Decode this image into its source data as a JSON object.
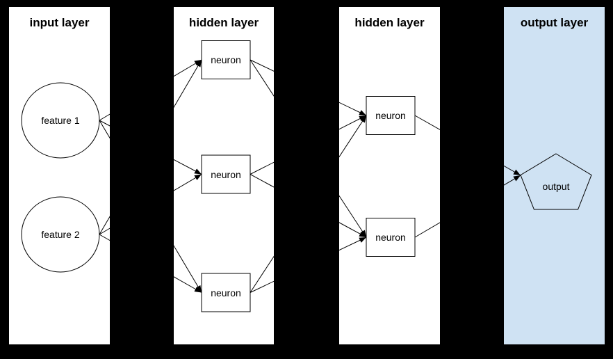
{
  "canvas": {
    "background": "#000000",
    "stroke_color": "#000000",
    "node_fill": "#ffffff"
  },
  "layers": [
    {
      "title": "input layer",
      "fill": "#ffffff",
      "nodes": [
        {
          "id": "feature-1",
          "label": "feature 1",
          "shape": "circle"
        },
        {
          "id": "feature-2",
          "label": "feature 2",
          "shape": "circle"
        }
      ]
    },
    {
      "title": "hidden layer",
      "fill": "#ffffff",
      "nodes": [
        {
          "id": "h1-neuron-1",
          "label": "neuron",
          "shape": "rect"
        },
        {
          "id": "h1-neuron-2",
          "label": "neuron",
          "shape": "rect"
        },
        {
          "id": "h1-neuron-3",
          "label": "neuron",
          "shape": "rect"
        }
      ]
    },
    {
      "title": "hidden layer",
      "fill": "#ffffff",
      "nodes": [
        {
          "id": "h2-neuron-1",
          "label": "neuron",
          "shape": "rect"
        },
        {
          "id": "h2-neuron-2",
          "label": "neuron",
          "shape": "rect"
        }
      ]
    },
    {
      "title": "output layer",
      "fill": "#cfe2f3",
      "nodes": [
        {
          "id": "output",
          "label": "output",
          "shape": "pentagon"
        }
      ]
    }
  ],
  "edges": [
    {
      "from": "feature-1",
      "to": "h1-neuron-1"
    },
    {
      "from": "feature-1",
      "to": "h1-neuron-2"
    },
    {
      "from": "feature-1",
      "to": "h1-neuron-3"
    },
    {
      "from": "feature-2",
      "to": "h1-neuron-1"
    },
    {
      "from": "feature-2",
      "to": "h1-neuron-2"
    },
    {
      "from": "feature-2",
      "to": "h1-neuron-3"
    },
    {
      "from": "h1-neuron-1",
      "to": "h2-neuron-1"
    },
    {
      "from": "h1-neuron-1",
      "to": "h2-neuron-2"
    },
    {
      "from": "h1-neuron-2",
      "to": "h2-neuron-1"
    },
    {
      "from": "h1-neuron-2",
      "to": "h2-neuron-2"
    },
    {
      "from": "h1-neuron-3",
      "to": "h2-neuron-1"
    },
    {
      "from": "h1-neuron-3",
      "to": "h2-neuron-2"
    },
    {
      "from": "h2-neuron-1",
      "to": "output"
    },
    {
      "from": "h2-neuron-2",
      "to": "output"
    }
  ]
}
